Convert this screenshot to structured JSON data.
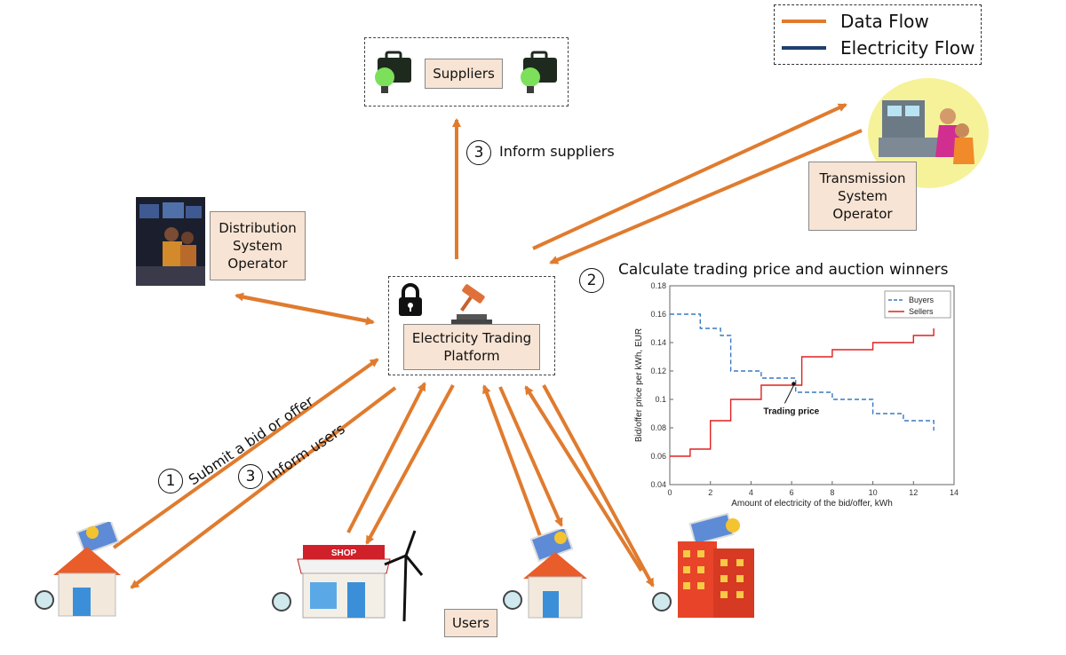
{
  "legend": {
    "data_flow": "Data Flow",
    "electricity_flow": "Electricity Flow",
    "data_flow_color": "#e07b2e",
    "electricity_flow_color": "#1f3f6e"
  },
  "nodes": {
    "suppliers": "Suppliers",
    "tso_line1": "Transmission",
    "tso_line2": "System",
    "tso_line3": "Operator",
    "dso_line1": "Distribution",
    "dso_line2": "System",
    "dso_line3": "Operator",
    "platform_line1": "Electricity Trading",
    "platform_line2": "Platform",
    "users": "Users",
    "shop_sign": "SHOP"
  },
  "steps": {
    "step1_num": "1",
    "step1_text": "Submit a bid or offer",
    "step2_num": "2",
    "step2_text": "Calculate trading price and auction winners",
    "step3_inform_suppliers_num": "3",
    "step3_inform_suppliers_text": "Inform suppliers",
    "step3_inform_users_num": "3",
    "step3_inform_users_text": "Inform users"
  },
  "chart_data": {
    "type": "line",
    "xlabel": "Amount of electricity of the bid/offer, kWh",
    "ylabel": "Bid/offer price per kWh, EUR",
    "xlim": [
      0,
      14
    ],
    "ylim": [
      0.04,
      0.18
    ],
    "xticks": [
      "0",
      "2",
      "4",
      "6",
      "8",
      "10",
      "12",
      "14"
    ],
    "yticks": [
      "0.04",
      "0.06",
      "0.08",
      "0.1",
      "0.12",
      "0.14",
      "0.16",
      "0.18"
    ],
    "annotation": "Trading price",
    "annotation_point": [
      6.1,
      0.111
    ],
    "legend_position": "top-right",
    "series": [
      {
        "name": "Buyers",
        "color": "#3a78c2",
        "style": "dashed",
        "step_points": [
          [
            0,
            0.16
          ],
          [
            1.5,
            0.16
          ],
          [
            1.5,
            0.15
          ],
          [
            2.5,
            0.15
          ],
          [
            2.5,
            0.145
          ],
          [
            3,
            0.145
          ],
          [
            3,
            0.12
          ],
          [
            4.5,
            0.12
          ],
          [
            4.5,
            0.115
          ],
          [
            6.2,
            0.115
          ],
          [
            6.2,
            0.105
          ],
          [
            8,
            0.105
          ],
          [
            8,
            0.1
          ],
          [
            10,
            0.1
          ],
          [
            10,
            0.09
          ],
          [
            11.5,
            0.09
          ],
          [
            11.5,
            0.085
          ],
          [
            13,
            0.085
          ],
          [
            13,
            0.078
          ]
        ]
      },
      {
        "name": "Sellers",
        "color": "#e02020",
        "style": "solid",
        "step_points": [
          [
            0,
            0.06
          ],
          [
            1,
            0.06
          ],
          [
            1,
            0.065
          ],
          [
            2,
            0.065
          ],
          [
            2,
            0.085
          ],
          [
            3,
            0.085
          ],
          [
            3,
            0.1
          ],
          [
            4.5,
            0.1
          ],
          [
            4.5,
            0.11
          ],
          [
            6.5,
            0.11
          ],
          [
            6.5,
            0.13
          ],
          [
            8,
            0.13
          ],
          [
            8,
            0.135
          ],
          [
            10,
            0.135
          ],
          [
            10,
            0.14
          ],
          [
            12,
            0.14
          ],
          [
            12,
            0.145
          ],
          [
            13,
            0.145
          ],
          [
            13,
            0.15
          ]
        ]
      }
    ]
  }
}
